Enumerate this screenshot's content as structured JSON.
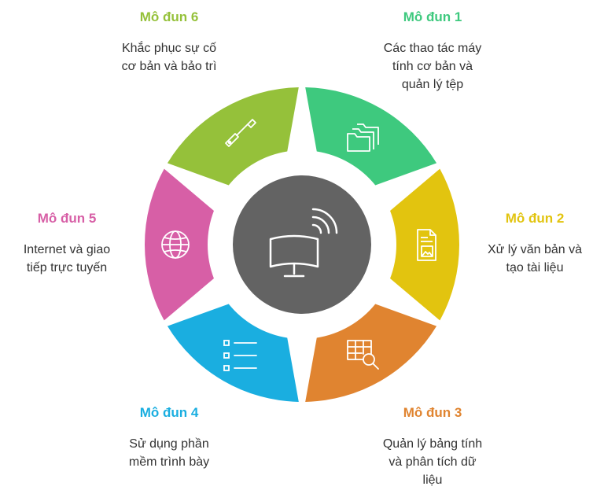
{
  "modules": [
    {
      "title": "Mô đun 1",
      "desc": "Các thao tác máy\ntính cơ bản và\nquản lý tệp",
      "color": "#3ec97e",
      "icon": "folders-icon"
    },
    {
      "title": "Mô đun 2",
      "desc": "Xử lý văn bản và\ntạo tài liệu",
      "color": "#e2c40f",
      "icon": "document-image-icon"
    },
    {
      "title": "Mô đun 3",
      "desc": "Quản lý bảng tính\nvà phân tích dữ\nliệu",
      "color": "#e08430",
      "icon": "spreadsheet-search-icon"
    },
    {
      "title": "Mô đun 4",
      "desc": "Sử dụng phần\nmềm trình bày",
      "color": "#1aaee0",
      "icon": "checklist-icon"
    },
    {
      "title": "Mô đun 5",
      "desc": "Internet và giao\ntiếp trực tuyến",
      "color": "#d75fa6",
      "icon": "globe-icon"
    },
    {
      "title": "Mô đun 6",
      "desc": "Khắc phục sự cố\ncơ bản và bảo trì",
      "color": "#95c13a",
      "icon": "screwdriver-icon"
    }
  ],
  "center": {
    "icon": "wireless-monitor-icon",
    "color": "#636363"
  }
}
